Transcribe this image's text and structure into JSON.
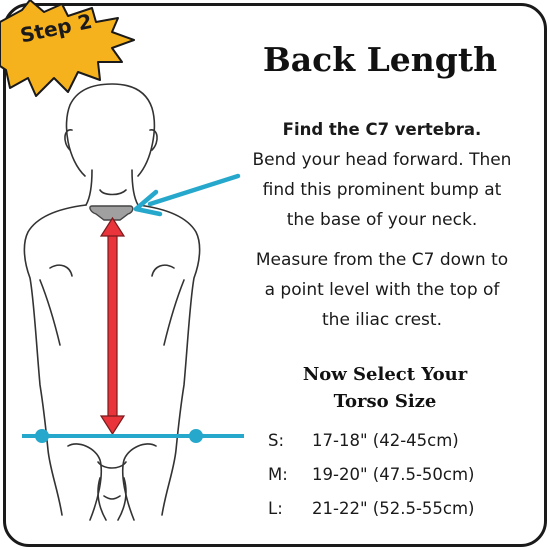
{
  "badge": {
    "text": "Step 2",
    "fill": "#f6b21c"
  },
  "title": "Back Length",
  "instructions": {
    "heading": "Find the C7 vertebra.",
    "lines": [
      "Bend your head forward. Then",
      "find this prominent bump at",
      "the base of your neck."
    ]
  },
  "measure": {
    "lines": [
      "Measure from the C7 down to",
      "a point level with the top of",
      "the iliac crest."
    ]
  },
  "select": {
    "lines": [
      "Now Select Your",
      "Torso Size"
    ]
  },
  "sizes": [
    {
      "code": "S:",
      "range": "17-18\" (42-45cm)"
    },
    {
      "code": "M:",
      "range": "19-20\" (47.5-50cm)"
    },
    {
      "code": "L:",
      "range": "21-22\" (52.5-55cm)"
    }
  ],
  "colors": {
    "measure_arrow": "#e8343a",
    "pointer_arrow": "#26a8cc",
    "crest_line": "#26a8cc",
    "vertebra": "#9a9a9a",
    "outline": "#333333"
  },
  "icons": {
    "badge": "starburst-badge-icon",
    "body": "back-silhouette-icon",
    "pointer": "arrow-left-icon",
    "measure": "double-arrow-vertical-icon"
  }
}
